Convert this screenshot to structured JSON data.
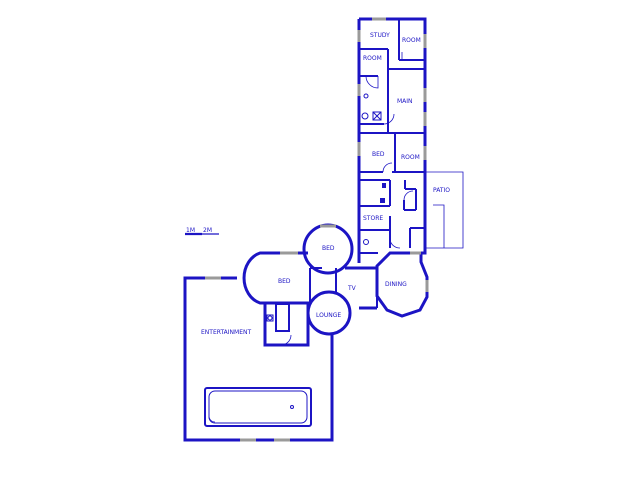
{
  "colors": {
    "wall": "#1c14c4",
    "window": "#9a9a9a",
    "background": "#ffffff"
  },
  "scale_bar": {
    "label_1": "1M",
    "label_2": "2M"
  },
  "rooms": {
    "study": "STUDY",
    "room_top_right": "ROOM",
    "room_small": "ROOM",
    "main": "MAIN",
    "bed_upper": "BED",
    "room_mid": "ROOM",
    "patio": "PATIO",
    "store": "STORE",
    "bed_round": "BED",
    "bed_left": "BED",
    "tv": "TV",
    "dining": "DINING",
    "lounge": "LOUNGE",
    "entertainment": "ENTERTAINMENT"
  }
}
